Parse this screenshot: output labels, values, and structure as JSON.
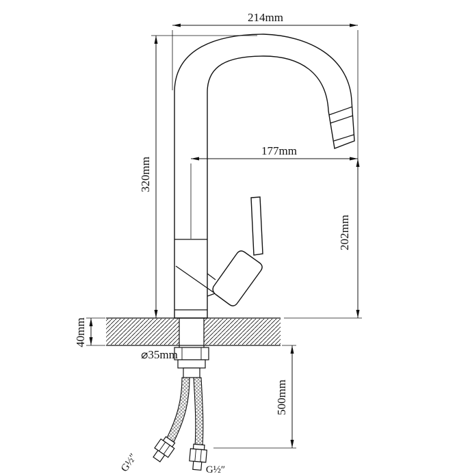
{
  "diagram": {
    "colors": {
      "line": "#111111",
      "background": "#ffffff"
    },
    "dimensions": {
      "overall_reach": "214mm",
      "height_above_deck": "320mm",
      "spout_reach": "177mm",
      "outlet_height": "202mm",
      "deck_thickness": "40mm",
      "mounting_hole": "⌀35mm",
      "hose_length": "500mm",
      "hose_thread_left": "G½″",
      "hose_thread_right": "G½″"
    }
  }
}
